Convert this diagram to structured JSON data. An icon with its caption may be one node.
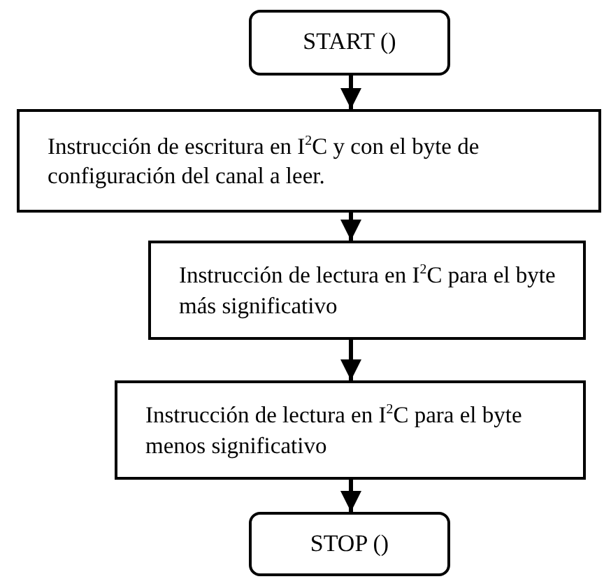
{
  "diagram": {
    "nodes": [
      {
        "text": [
          "START ()"
        ]
      },
      {
        "text": [
          "Instrucción de escritura en I$^{2}$C y con el byte de configuración del canal a leer."
        ]
      },
      {
        "text": [
          "Instrucción de lectura en I$^{2}$C para el byte más significativo"
        ]
      },
      {
        "text": [
          "Instrucción de lectura en I$^{2}$C para el byte menos significativo"
        ]
      },
      {
        "text": [
          "STOP ()"
        ]
      }
    ],
    "edges": [
      {
        "from": 0,
        "to": 1,
        "arrow": "to"
      },
      {
        "from": 1,
        "to": 2,
        "arrow": "to"
      },
      {
        "from": 2,
        "to": 3,
        "arrow": "to"
      },
      {
        "from": 3,
        "to": 4,
        "arrow": "to"
      }
    ]
  }
}
